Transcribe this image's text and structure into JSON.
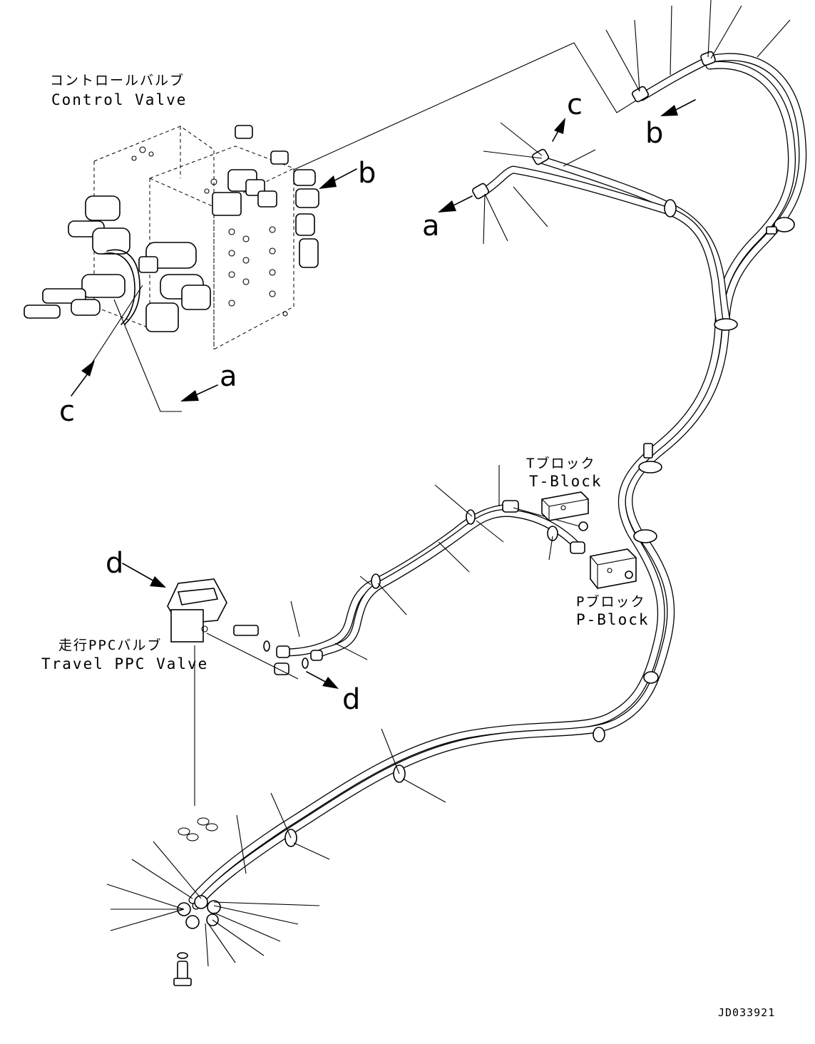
{
  "labels": {
    "control_valve_jp": "コントロールバルブ",
    "control_valve_en": "Control Valve",
    "t_block_jp": "Tブロック",
    "t_block_en": "T-Block",
    "p_block_jp": "Pブロック",
    "p_block_en": "P-Block",
    "travel_ppc_jp": "走行PPCバルブ",
    "travel_ppc_en": "Travel PPC Valve"
  },
  "refs": {
    "a": "a",
    "b": "b",
    "c": "c",
    "d": "d"
  },
  "drawing_code": "JD033921"
}
